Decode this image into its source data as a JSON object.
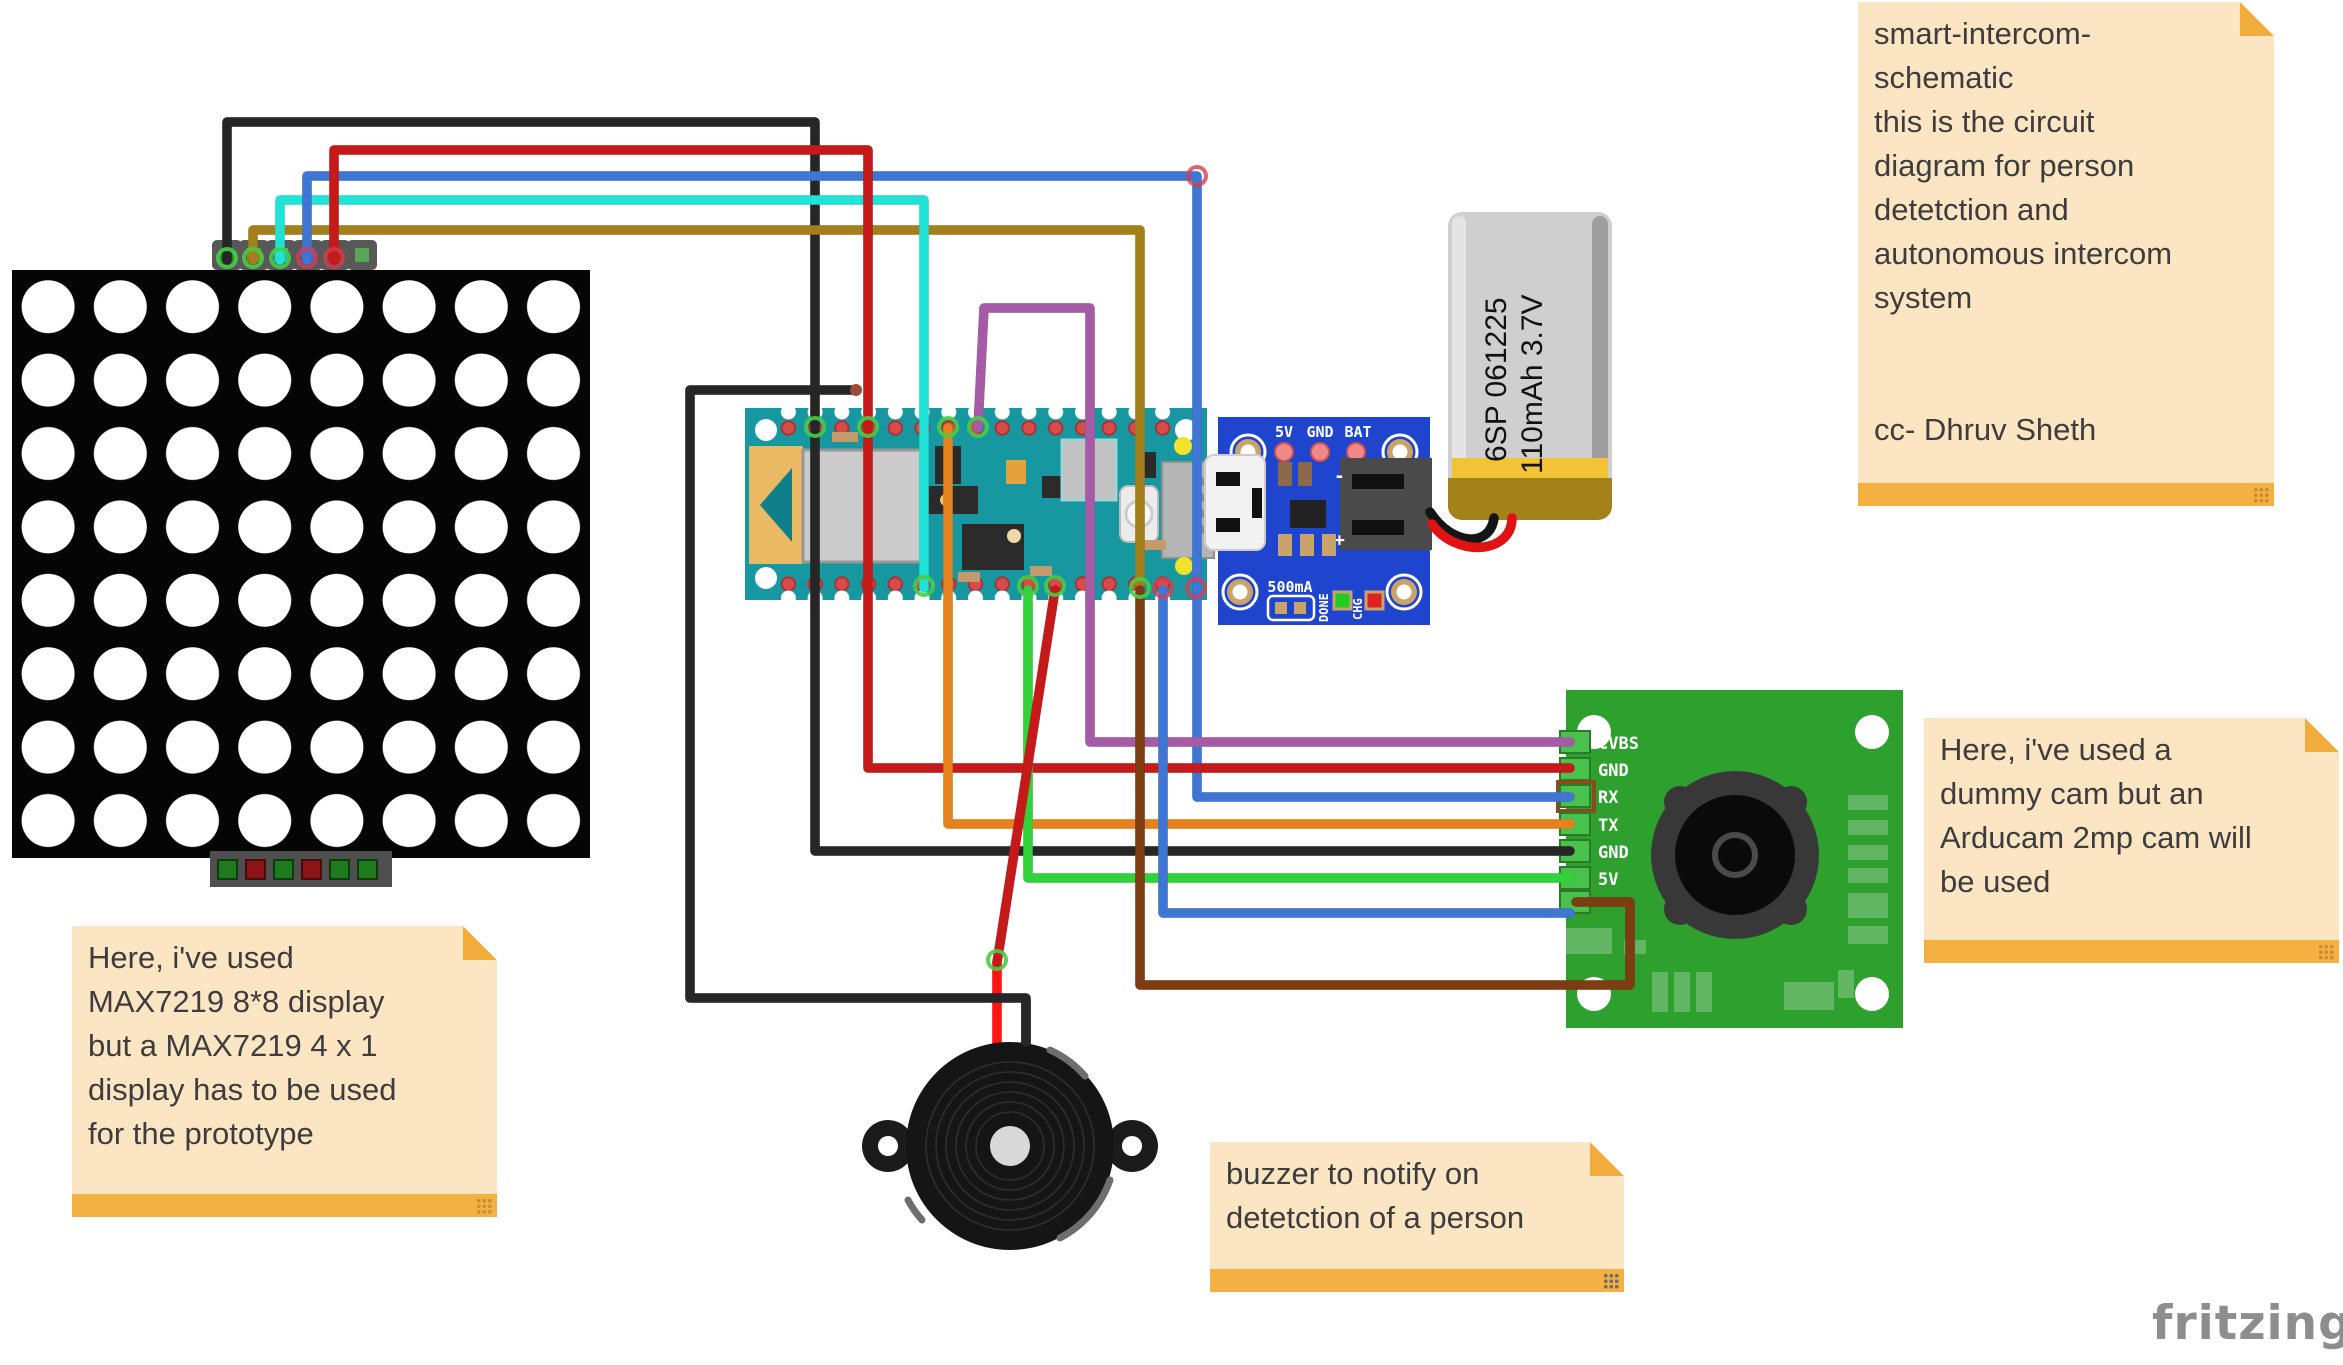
{
  "notes": {
    "schematic": "smart-intercom-\nschematic\nthis is the circuit\ndiagram for person\ndetetction and\nautonomous intercom\nsystem\n\n\ncc- Dhruv Sheth",
    "matrix": "Here, i've used\nMAX7219 8*8 display\nbut a MAX7219 4 x 1\ndisplay has to be used\nfor the prototype",
    "camera": "Here, i've used a\ndummy cam but an\nArducam 2mp cam will\nbe used",
    "buzzer": "buzzer to notify on\ndetetction of a person"
  },
  "battery": {
    "line1": "6SP 061225",
    "line2": "110mAh 3.7V"
  },
  "lipo": {
    "pins": [
      "5V",
      "GND",
      "BAT"
    ],
    "current": "500mA",
    "leds": [
      "DONE",
      "CHG"
    ],
    "minus": "-",
    "plus": "+"
  },
  "camera": {
    "pins": [
      "CVBS",
      "GND",
      "RX",
      "TX",
      "GND",
      "5V"
    ]
  },
  "watermark": "fritzing",
  "wires": {
    "colors": {
      "black": "#262626",
      "red": "#c41a1a",
      "blue": "#3f76d4",
      "cyan": "#21e2d6",
      "olive": "#a3801c",
      "purple": "#a65ba6",
      "orange": "#e5821e",
      "green": "#31d23a",
      "brown": "#7d3d12",
      "lead_red": "#ff1414",
      "batt_black": "#141414",
      "batt_red": "#e01212"
    },
    "accent_note_bg": "#FCE5C3",
    "accent_note_bar": "#F5B042"
  }
}
